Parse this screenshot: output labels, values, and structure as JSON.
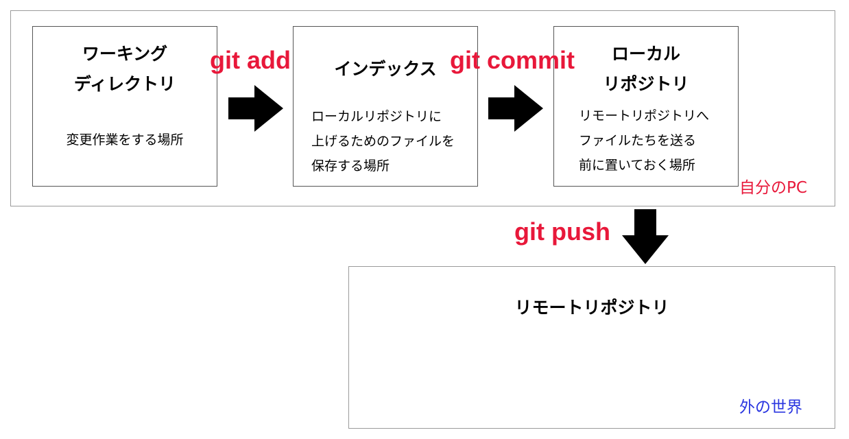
{
  "zones": {
    "local_pc_label": "自分のPC",
    "outside_label": "外の世界"
  },
  "boxes": {
    "working": {
      "title": "ワーキング\nディレクトリ",
      "desc": "変更作業をする場所"
    },
    "index": {
      "title": "インデックス",
      "desc": "ローカルリポジトリに\n上げるためのファイルを\n保存する場所"
    },
    "local": {
      "title": "ローカル\nリポジトリ",
      "desc": "リモートリポジトリへ\nファイルたちを送る\n前に置いておく場所"
    },
    "remote": {
      "title": "リモートリポジトリ"
    }
  },
  "commands": {
    "add": "git add",
    "commit": "git commit",
    "push": "git push"
  },
  "colors": {
    "command": "#e8183a",
    "local_label": "#e8183a",
    "outside_label": "#2a36e0",
    "arrow": "#000000"
  },
  "icons": {
    "arrow_right": "arrow-right-icon",
    "arrow_down": "arrow-down-icon"
  }
}
